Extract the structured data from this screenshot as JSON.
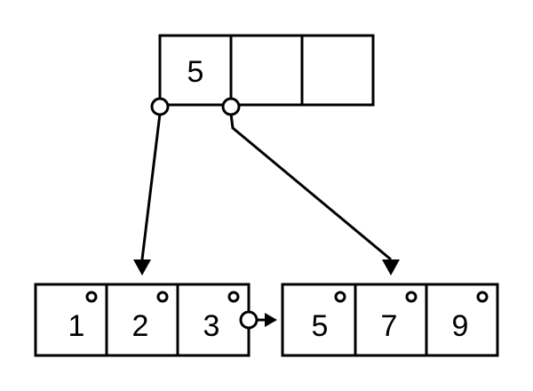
{
  "colors": {
    "stroke": "#000000",
    "fill": "#ffffff"
  },
  "root": {
    "keys": [
      "5",
      "",
      ""
    ]
  },
  "leaves": [
    {
      "keys": [
        "1",
        "2",
        "3"
      ]
    },
    {
      "keys": [
        "5",
        "7",
        "9"
      ]
    }
  ]
}
